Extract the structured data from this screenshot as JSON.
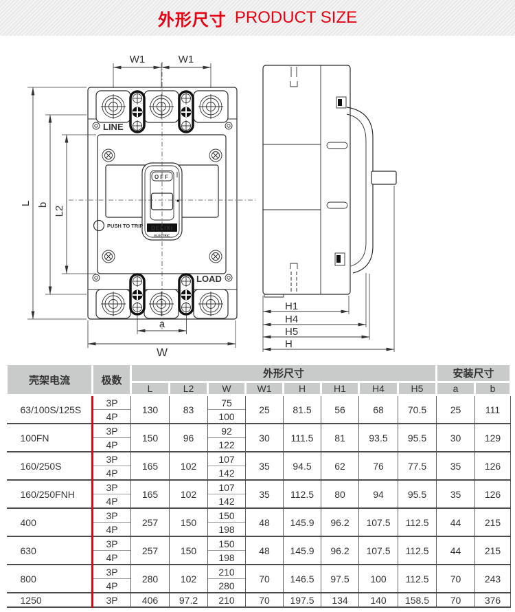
{
  "title": {
    "zh": "外形尺寸",
    "en": "PRODUCT SIZE"
  },
  "diagram": {
    "front_labels": {
      "line": "LINE",
      "load": "LOAD",
      "push_to_trip": "PUSH TO TRIP",
      "off": "OFF",
      "brand": "DELIXI",
      "brand_sub": "ELECTRIC"
    },
    "dims": {
      "w1": "W1",
      "l": "L",
      "b": "b",
      "l2": "L2",
      "a": "a",
      "w": "W",
      "h1": "H1",
      "h4": "H4",
      "h5": "H5",
      "h": "H"
    }
  },
  "table": {
    "headers": {
      "frame_current": "壳架电流",
      "poles": "极数",
      "outline": "外形尺寸",
      "mounting": "安装尺寸",
      "columns": [
        "L",
        "L2",
        "W",
        "W1",
        "H",
        "H1",
        "H4",
        "H5",
        "a",
        "b"
      ]
    },
    "rows": [
      {
        "frame": "63/100S/125S",
        "poles": [
          "3P",
          "4P"
        ],
        "L": "130",
        "L2": "83",
        "W": [
          "75",
          "100"
        ],
        "W1": "25",
        "H": "81.5",
        "H1": "56",
        "H4": "68",
        "H5": "70.5",
        "a": "25",
        "b": "111"
      },
      {
        "frame": "100FN",
        "poles": [
          "3P",
          "4P"
        ],
        "L": "150",
        "L2": "96",
        "W": [
          "92",
          "122"
        ],
        "W1": "30",
        "H": "111.5",
        "H1": "81",
        "H4": "93.5",
        "H5": "95.5",
        "a": "30",
        "b": "129"
      },
      {
        "frame": "160/250S",
        "poles": [
          "3P",
          "4P"
        ],
        "L": "165",
        "L2": "102",
        "W": [
          "107",
          "142"
        ],
        "W1": "35",
        "H": "94.5",
        "H1": "62",
        "H4": "76",
        "H5": "77.5",
        "a": "35",
        "b": "126"
      },
      {
        "frame": "160/250FNH",
        "poles": [
          "3P",
          "4P"
        ],
        "L": "165",
        "L2": "102",
        "W": [
          "107",
          "142"
        ],
        "W1": "35",
        "H": "112.5",
        "H1": "80",
        "H4": "94",
        "H5": "95.5",
        "a": "35",
        "b": "126"
      },
      {
        "frame": "400",
        "poles": [
          "3P",
          "4P"
        ],
        "L": "257",
        "L2": "150",
        "W": [
          "150",
          "198"
        ],
        "W1": "48",
        "H": "145.9",
        "H1": "96.2",
        "H4": "107.5",
        "H5": "112.5",
        "a": "44",
        "b": "215"
      },
      {
        "frame": "630",
        "poles": [
          "3P",
          "4P"
        ],
        "L": "257",
        "L2": "150",
        "W": [
          "150",
          "198"
        ],
        "W1": "48",
        "H": "145.9",
        "H1": "96.2",
        "H4": "107.5",
        "H5": "112.5",
        "a": "44",
        "b": "215"
      },
      {
        "frame": "800",
        "poles": [
          "3P",
          "4P"
        ],
        "L": "280",
        "L2": "102",
        "W": [
          "210",
          "280"
        ],
        "W1": "70",
        "H": "146.5",
        "H1": "97.5",
        "H4": "100",
        "H5": "112.5",
        "a": "70",
        "b": "243"
      },
      {
        "frame": "1250",
        "poles": [
          "3P"
        ],
        "L": "406",
        "L2": "97.2",
        "W": [
          "210"
        ],
        "W1": "70",
        "H": "197.5",
        "H1": "134",
        "H4": "140",
        "H5": "158.5",
        "a": "70",
        "b": "376"
      }
    ]
  },
  "colors": {
    "accent_red": "#e60012",
    "header_gray": "#c9caca",
    "drawing_line": "#2b2b2b"
  }
}
